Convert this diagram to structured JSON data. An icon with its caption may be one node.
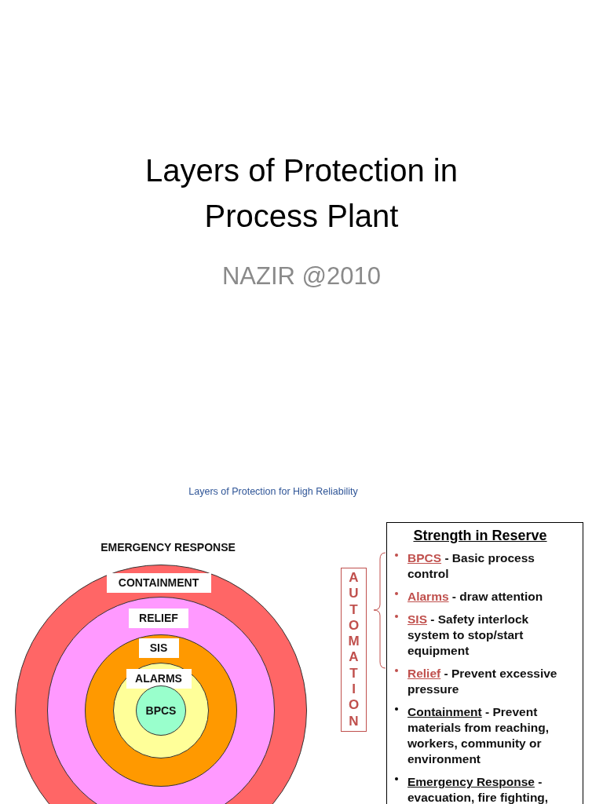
{
  "diagram": {
    "title": "Layers of Protection in Process Plant",
    "nodes": [
      {
        "text": [
          "CONTAINMENT"
        ]
      },
      {
        "text": [
          "RELIEF"
        ],
        "in": 0
      },
      {
        "text": [
          "SIS"
        ],
        "in": 1
      },
      {
        "text": [
          "ALARMS"
        ],
        "in": 2
      },
      {
        "text": [
          "BPCS"
        ],
        "in": 3
      },
      {
        "text": [
          "AUTOMATION"
        ]
      },
      {
        "text": [
          "Strength in Reserve",
          "BPCS - Basic process control",
          "Alarms - draw attention",
          "SIS - Safety interlock system to stop/start equipment",
          "Relief - Prevent excessive pressure",
          "Containment - Prevent materials from reaching, workers, community or environment",
          "Emergency Response - evacuation, fire fighting,"
        ]
      }
    ],
    "edges": [],
    "labels": [
      "NAZIR @2010",
      "Layers of Protection for High Reliability",
      "EMERGENCY RESPONSE"
    ]
  }
}
